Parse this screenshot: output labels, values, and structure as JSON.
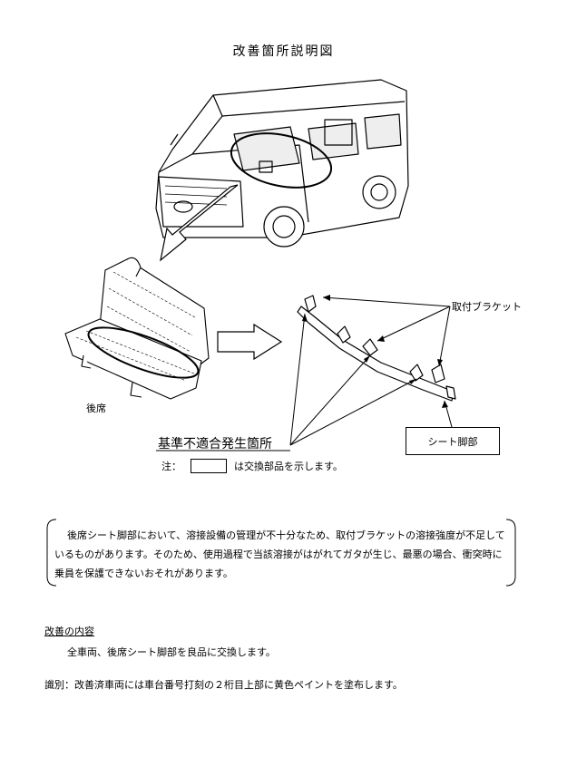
{
  "title": "改善箇所説明図",
  "labels": {
    "bracket": "取付ブラケット",
    "rear_seat": "後席",
    "nonconformity_location": "基準不適合発生箇所",
    "note_prefix": "注：",
    "note_suffix": "は交換部品を示します。",
    "seat_leg": "シート脚部"
  },
  "notice": "後席シート脚部において、溶接設備の管理が不十分なため、取付ブラケットの溶接強度が不足しているものがあります。そのため、使用過程で当該溶接がはがれてガタが生じ、最悪の場合、衝突時に乗員を保護できないおそれがあります。",
  "improvement": {
    "heading": "改善の内容",
    "body": "全車両、後席シート脚部を良品に交換します。"
  },
  "identification": "識別：改善済車両には車台番号打刻の２桁目上部に黄色ペイントを塗布します。"
}
